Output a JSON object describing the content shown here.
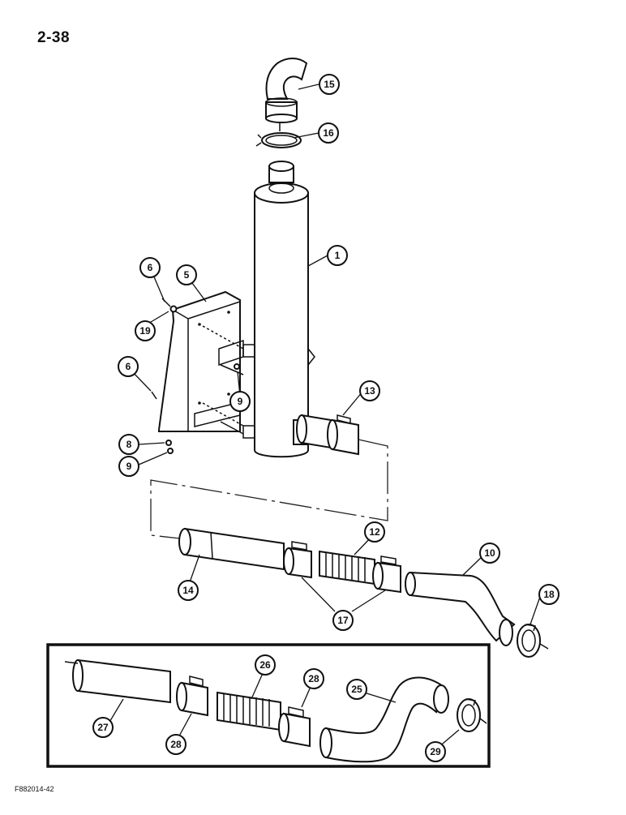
{
  "page_number": "2-38",
  "figure_code": "F882014-42",
  "callouts": [
    {
      "id": "c15",
      "label": "15"
    },
    {
      "id": "c16",
      "label": "16"
    },
    {
      "id": "c1",
      "label": "1"
    },
    {
      "id": "c6a",
      "label": "6"
    },
    {
      "id": "c5",
      "label": "5"
    },
    {
      "id": "c19",
      "label": "19"
    },
    {
      "id": "c6b",
      "label": "6"
    },
    {
      "id": "c9a",
      "label": "9"
    },
    {
      "id": "c13",
      "label": "13"
    },
    {
      "id": "c8",
      "label": "8"
    },
    {
      "id": "c9b",
      "label": "9"
    },
    {
      "id": "c12",
      "label": "12"
    },
    {
      "id": "c10",
      "label": "10"
    },
    {
      "id": "c14",
      "label": "14"
    },
    {
      "id": "c18",
      "label": "18"
    },
    {
      "id": "c17",
      "label": "17"
    },
    {
      "id": "c26",
      "label": "26"
    },
    {
      "id": "c28a",
      "label": "28"
    },
    {
      "id": "c25",
      "label": "25"
    },
    {
      "id": "c27",
      "label": "27"
    },
    {
      "id": "c28b",
      "label": "28"
    },
    {
      "id": "c29",
      "label": "29"
    }
  ]
}
